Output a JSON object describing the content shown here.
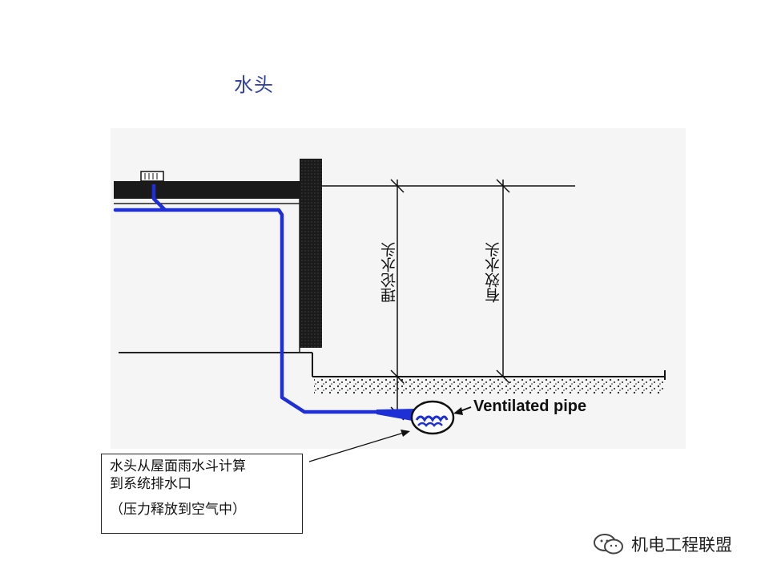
{
  "page": {
    "title": "水头"
  },
  "diagram": {
    "label_theoretical_head": "理论水头",
    "label_effective_head": "有效水头",
    "label_ventilated_pipe": "Ventilated pipe"
  },
  "note": {
    "line1": "水头从屋面雨水斗计算",
    "line2": "到系统排水口",
    "line3": "（压力释放到空气中）"
  },
  "watermark": {
    "text": "机电工程联盟"
  },
  "colors": {
    "pipe": "#1e2fd6",
    "wall": "#1a1a1a",
    "title": "#2e3f9e"
  }
}
